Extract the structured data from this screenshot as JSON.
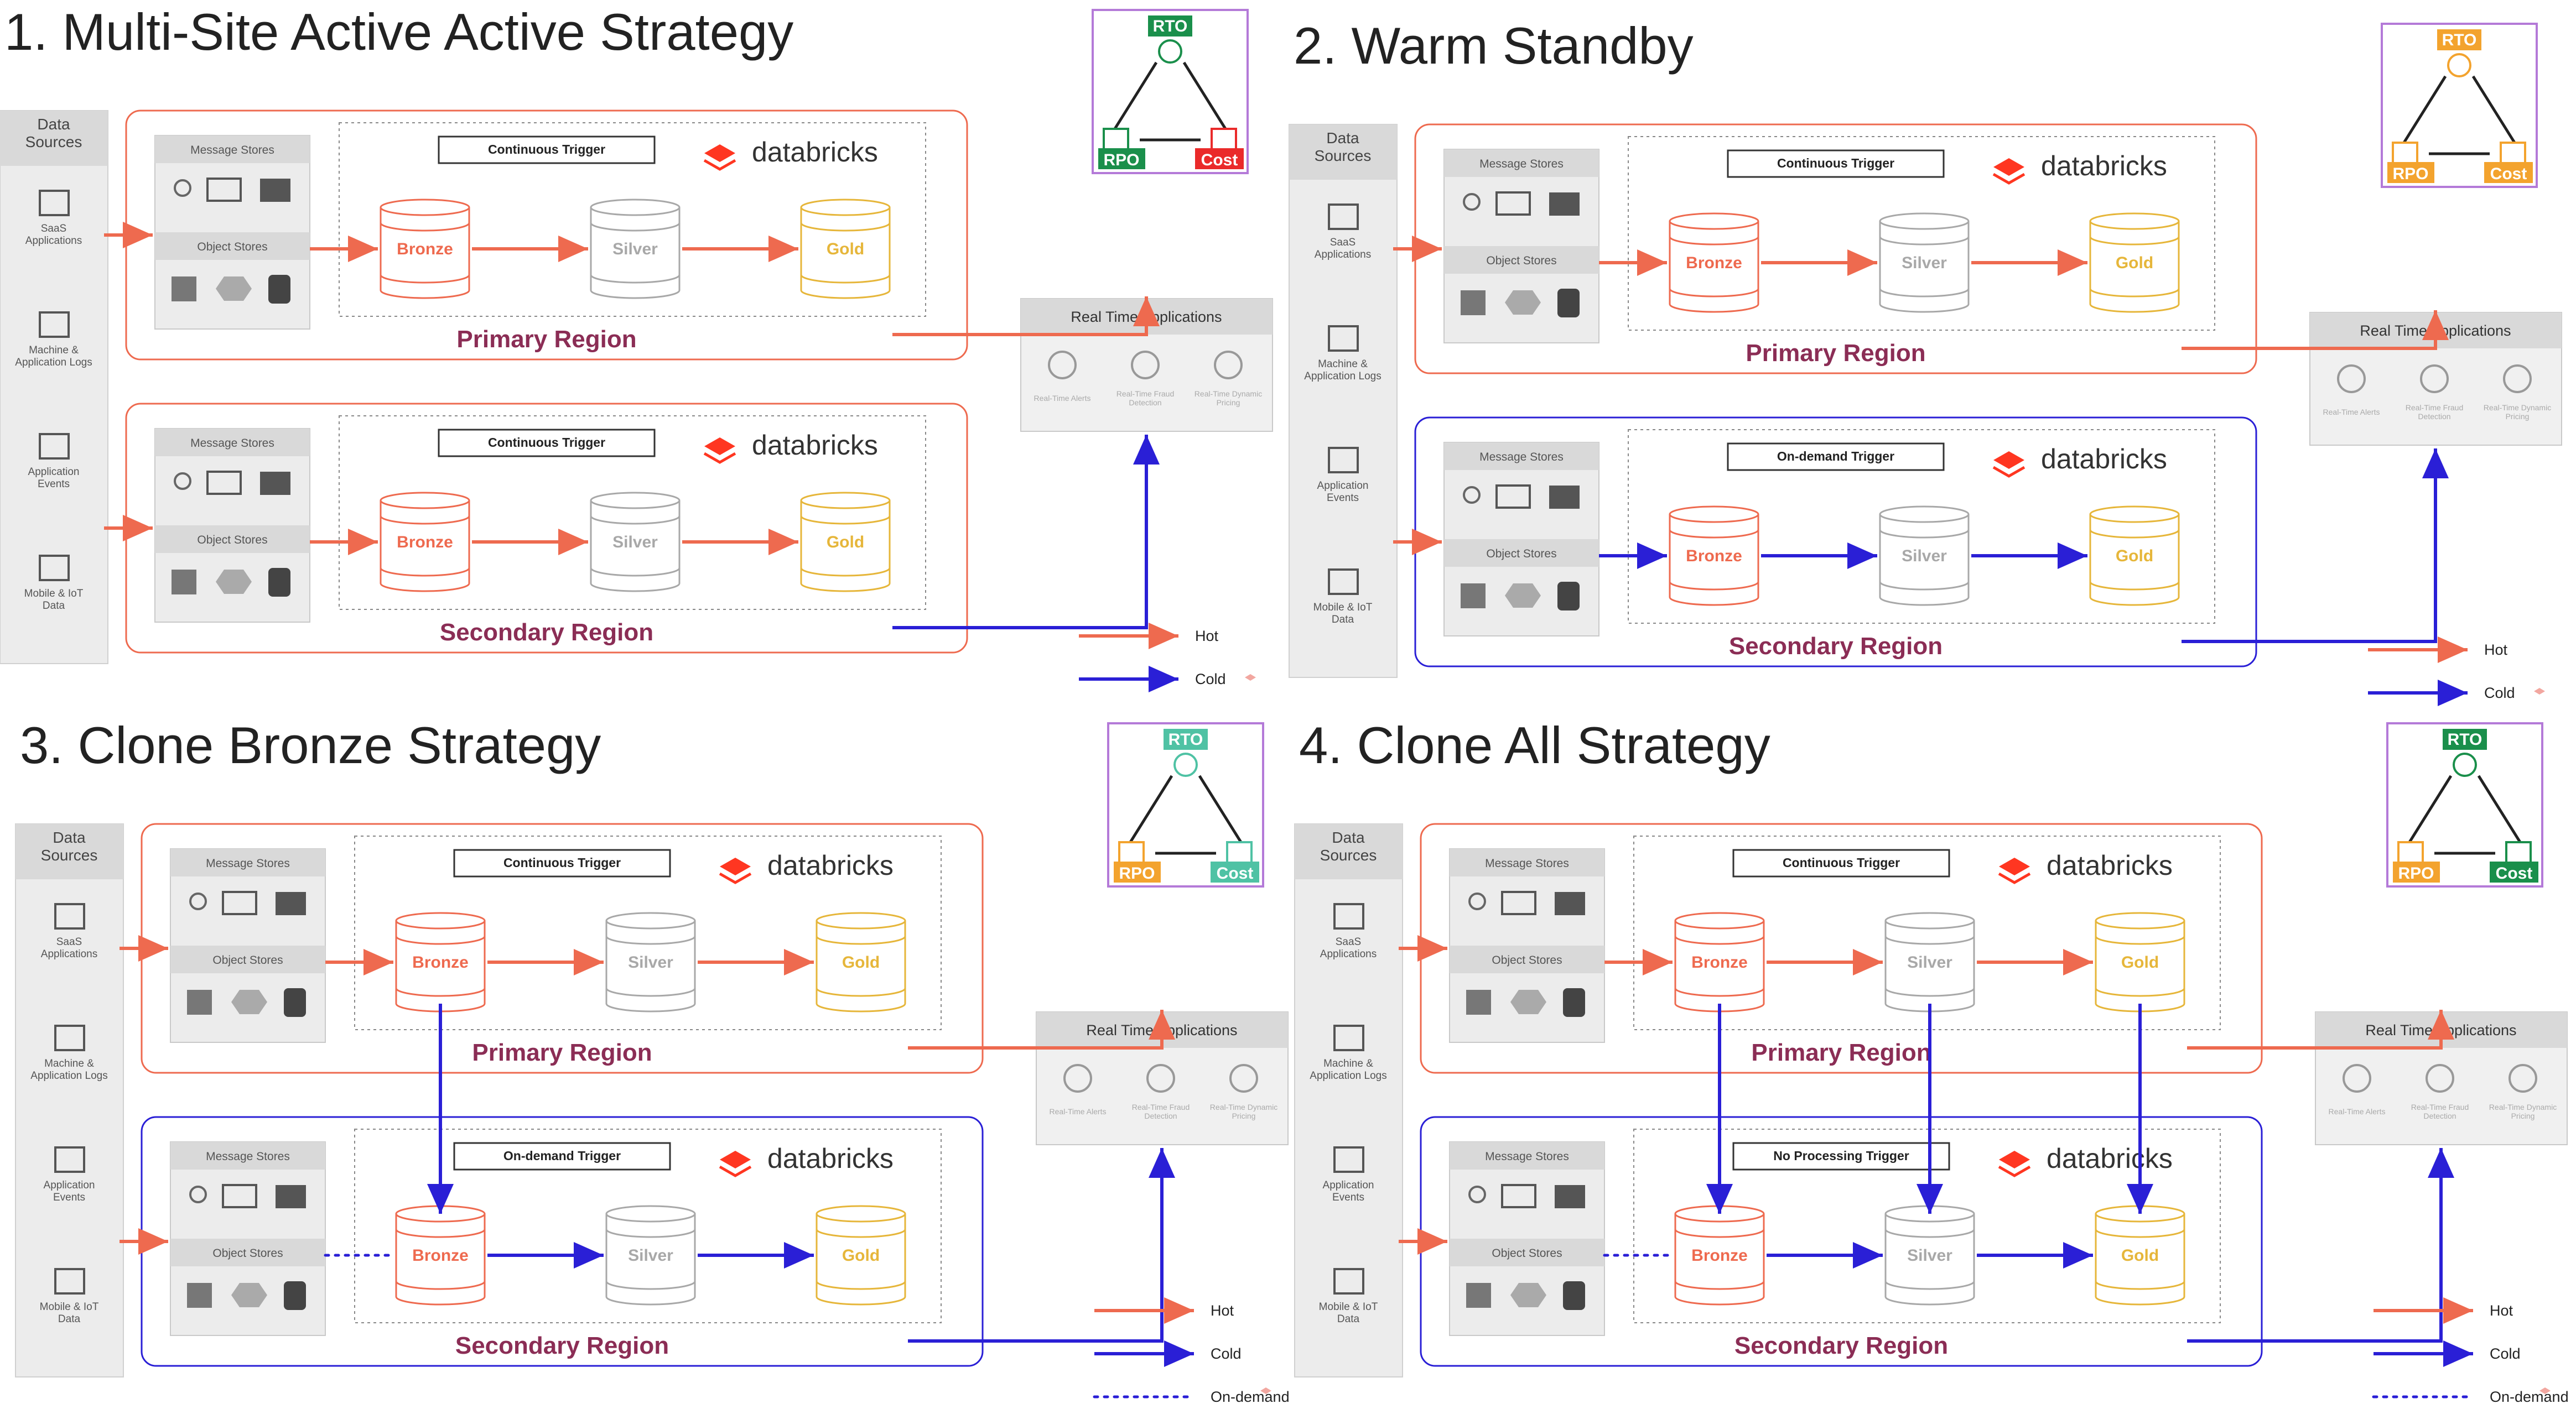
{
  "common": {
    "data_sources_title": "Data\nSources",
    "sources": [
      {
        "label": "SaaS\nApplications",
        "icon": "code-window-icon"
      },
      {
        "label": "Machine &\nApplication Logs",
        "icon": "server-rack-icon"
      },
      {
        "label": "Application\nEvents",
        "icon": "play-monitor-icon"
      },
      {
        "label": "Mobile & IoT\nData",
        "icon": "wifi-home-icon"
      }
    ],
    "message_stores": "Message Stores",
    "object_stores": "Object Stores",
    "databricks": "databricks",
    "tiers": [
      "Bronze",
      "Silver",
      "Gold"
    ],
    "rta_title": "Real Time Applications",
    "rta_items": [
      "Real-Time Alerts",
      "Real-Time Fraud\nDetection",
      "Real-Time Dynamic\nPricing"
    ],
    "primary_region": "Primary Region",
    "secondary_region": "Secondary Region",
    "triangle": {
      "rto": "RTO",
      "rpo": "RPO",
      "cost": "Cost"
    }
  },
  "colors": {
    "hot": "#ee6a4f",
    "cold": "#2a1fd6",
    "green": "#1a8f4b",
    "orange": "#f3a32e",
    "red": "#ea2a2a",
    "lightgreen": "#4fc2a4",
    "purple": "#8b2d55"
  },
  "panels": [
    {
      "title": "1.  Multi-Site Active Active Strategy",
      "primary_trigger": "Continuous Trigger",
      "secondary_trigger": "Continuous Trigger",
      "secondary_style": "hot",
      "secondary_flow": "hot",
      "secondary_input": "none",
      "clone": "none",
      "triangle_colors": {
        "rto": "green",
        "rpo": "green",
        "cost": "red"
      },
      "legend": [
        "Hot",
        "Cold"
      ]
    },
    {
      "title": "2. Warm Standby",
      "primary_trigger": "Continuous Trigger",
      "secondary_trigger": "On-demand Trigger",
      "secondary_style": "cold",
      "secondary_flow": "cold",
      "secondary_input": "none",
      "clone": "none",
      "triangle_colors": {
        "rto": "orange",
        "rpo": "orange",
        "cost": "orange"
      },
      "legend": [
        "Hot",
        "Cold"
      ]
    },
    {
      "title": "3. Clone Bronze Strategy",
      "primary_trigger": "Continuous Trigger",
      "secondary_trigger": "On-demand Trigger",
      "secondary_style": "cold",
      "secondary_flow": "cold",
      "secondary_input": "dotted",
      "clone": "bronze",
      "triangle_colors": {
        "rto": "lightgreen",
        "rpo": "orange",
        "cost": "lightgreen"
      },
      "legend": [
        "Hot",
        "Cold",
        "On-demand"
      ]
    },
    {
      "title": "4. Clone All Strategy",
      "primary_trigger": "Continuous Trigger",
      "secondary_trigger": "No Processing Trigger",
      "secondary_style": "cold",
      "secondary_flow": "cold",
      "secondary_input": "dotted",
      "clone": "all",
      "triangle_colors": {
        "rto": "green",
        "rpo": "orange",
        "cost": "green"
      },
      "legend": [
        "Hot",
        "Cold",
        "On-demand"
      ]
    }
  ]
}
